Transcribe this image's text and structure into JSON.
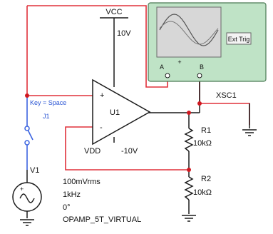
{
  "colors": {
    "wire_red": "#e0303a",
    "wire_black": "#1a1a1a",
    "wire_blue": "#3a63e0",
    "scope_body": "#bfe3c6",
    "scope_screen": "#d7d7d7",
    "node_red": "#d01820"
  },
  "supply": {
    "vcc_name": "VCC",
    "vcc_value": "10V",
    "vdd_name": "VDD",
    "vdd_value": "-10V"
  },
  "opamp": {
    "ref": "U1",
    "plus_sign": "+",
    "minus_sign": "-",
    "model": "OPAMP_5T_VIRTUAL"
  },
  "switch": {
    "ref": "J1",
    "label": "Key = Space"
  },
  "source": {
    "ref": "V1",
    "amplitude": "100mVrms",
    "frequency": "1kHz",
    "phase": "0°"
  },
  "resistors": [
    {
      "ref": "R1",
      "value": "10kΩ"
    },
    {
      "ref": "R2",
      "value": "10kΩ"
    }
  ],
  "scope": {
    "ref": "XSC1",
    "channel_a": "A",
    "channel_b": "B",
    "ext_trig": "Ext Trig",
    "plus_sign": "+"
  },
  "icons": {
    "ground": "ground-icon",
    "ac_source": "ac-source-icon",
    "opamp": "opamp-triangle-icon",
    "resistor": "resistor-zigzag-icon"
  }
}
